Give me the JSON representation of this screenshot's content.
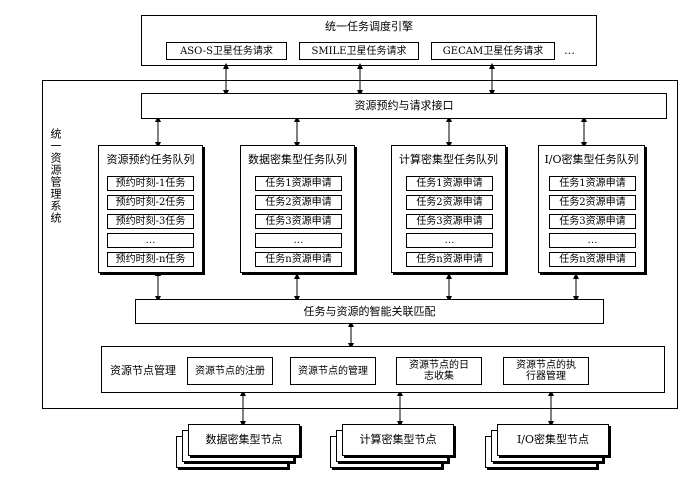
{
  "engine": {
    "title": "统一任务调度引擎",
    "requests": [
      "ASO-S卫星任务请求",
      "SMILE卫星任务请求",
      "GECAM卫星任务请求",
      "…"
    ]
  },
  "system": {
    "label": "统一资源管理系统",
    "interface": "资源预约与请求接口",
    "queues": [
      {
        "title": "资源预约任务队列",
        "items": [
          "预约时刻-1任务",
          "预约时刻-2任务",
          "预约时刻-3任务",
          "…",
          "预约时刻-n任务"
        ]
      },
      {
        "title": "数据密集型任务队列",
        "items": [
          "任务1资源申请",
          "任务2资源申请",
          "任务3资源申请",
          "…",
          "任务n资源申请"
        ]
      },
      {
        "title": "计算密集型任务队列",
        "items": [
          "任务1资源申请",
          "任务2资源申请",
          "任务3资源申请",
          "…",
          "任务n资源申请"
        ]
      },
      {
        "title": "I/O密集型任务队列",
        "items": [
          "任务1资源申请",
          "任务2资源申请",
          "任务3资源申请",
          "…",
          "任务n资源申请"
        ]
      }
    ],
    "matching": "任务与资源的智能关联匹配",
    "node_mgmt": {
      "label": "资源节点管理",
      "items": [
        "资源节点的注册",
        "资源节点的管理",
        "资源节点的日志收集",
        "资源节点的执行器管理"
      ]
    }
  },
  "nodes": [
    "数据密集型节点",
    "计算密集型节点",
    "I/O密集型节点"
  ]
}
